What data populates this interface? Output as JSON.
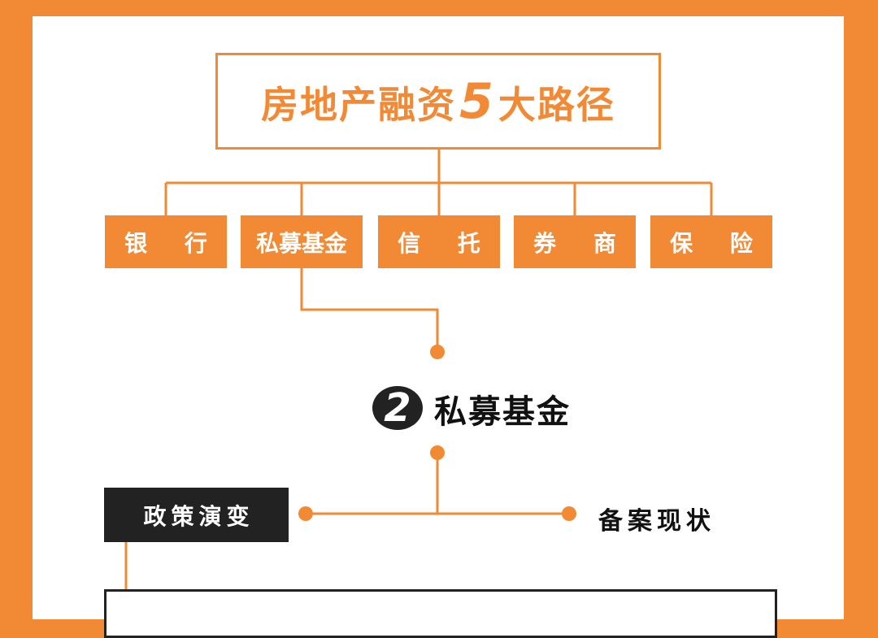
{
  "title": {
    "prefix": "房地产融资",
    "number": "5",
    "suffix": "大路径"
  },
  "categories": [
    "银 行",
    "私募基金",
    "信 托",
    "券 商",
    "保 险"
  ],
  "section": {
    "badge_number": "2",
    "title": "私募基金"
  },
  "branches": {
    "left": "政策演变",
    "right": "备案现状"
  },
  "colors": {
    "accent": "#f28a35",
    "dark": "#222222",
    "panel": "#ffffff"
  }
}
